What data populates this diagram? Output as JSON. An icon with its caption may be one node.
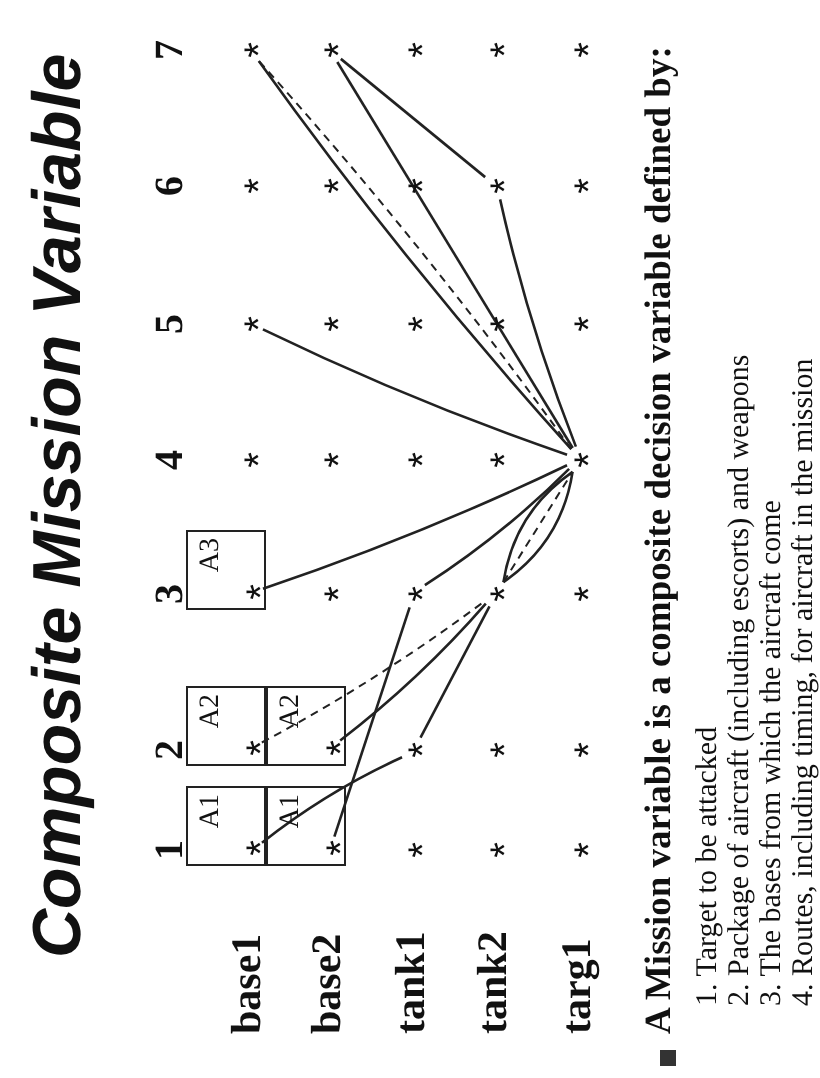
{
  "diagram": {
    "title": "Composite Mission Variable",
    "nodes": [
      {
        "text": [
          "A1"
        ]
      },
      {
        "text": [
          "*"
        ],
        "in": 0
      },
      {
        "text": [
          "A2"
        ]
      },
      {
        "text": [
          "*"
        ],
        "in": 2
      },
      {
        "text": [
          "A3"
        ]
      },
      {
        "text": [
          "*"
        ],
        "in": 4
      },
      {
        "text": [
          "*"
        ]
      },
      {
        "text": [
          "*"
        ]
      },
      {
        "text": [
          "*"
        ]
      },
      {
        "text": [
          "*"
        ]
      },
      {
        "text": [
          "A1"
        ]
      },
      {
        "text": [
          "*"
        ],
        "in": 10
      },
      {
        "text": [
          "A2"
        ]
      },
      {
        "text": [
          "*"
        ],
        "in": 12
      },
      {
        "text": [
          "*"
        ]
      },
      {
        "text": [
          "*"
        ]
      },
      {
        "text": [
          "*"
        ]
      },
      {
        "text": [
          "*"
        ]
      },
      {
        "text": [
          "*"
        ]
      },
      {
        "text": [
          "*"
        ]
      },
      {
        "text": [
          "*"
        ]
      },
      {
        "text": [
          "*"
        ]
      },
      {
        "text": [
          "*"
        ]
      },
      {
        "text": [
          "*"
        ]
      },
      {
        "text": [
          "*"
        ]
      },
      {
        "text": [
          "*"
        ]
      },
      {
        "text": [
          "*"
        ]
      },
      {
        "text": [
          "*"
        ]
      },
      {
        "text": [
          "*"
        ]
      },
      {
        "text": [
          "*"
        ]
      },
      {
        "text": [
          "*"
        ]
      },
      {
        "text": [
          "*"
        ]
      },
      {
        "text": [
          "*"
        ]
      },
      {
        "text": [
          "*"
        ]
      },
      {
        "text": [
          "*"
        ]
      },
      {
        "text": [
          "*"
        ]
      },
      {
        "text": [
          "*"
        ]
      },
      {
        "text": [
          "*"
        ]
      },
      {
        "text": [
          "*"
        ]
      },
      {
        "text": [
          "*"
        ]
      }
    ],
    "edges": [
      {
        "from": 1,
        "to": 20,
        "arrow": "none"
      },
      {
        "from": 20,
        "to": 28,
        "arrow": "none"
      },
      {
        "from": 28,
        "to": 36,
        "arrow": "none"
      },
      {
        "from": 36,
        "to": 9,
        "arrow": "none"
      },
      {
        "from": 11,
        "to": 21,
        "arrow": "none"
      },
      {
        "from": 21,
        "to": 36,
        "arrow": "none"
      },
      {
        "from": 36,
        "to": 31,
        "arrow": "none"
      },
      {
        "from": 31,
        "to": 18,
        "arrow": "none"
      },
      {
        "from": 3,
        "to": 28,
        "arrow": "none",
        "style": "dashed"
      },
      {
        "from": 28,
        "to": 36,
        "arrow": "none",
        "style": "dashed"
      },
      {
        "from": 36,
        "to": 9,
        "arrow": "none",
        "style": "dashed"
      },
      {
        "from": 13,
        "to": 28,
        "arrow": "none"
      },
      {
        "from": 28,
        "to": 36,
        "arrow": "none"
      },
      {
        "from": 36,
        "to": 18,
        "arrow": "none"
      },
      {
        "from": 5,
        "to": 36,
        "arrow": "none"
      },
      {
        "from": 36,
        "to": 7,
        "arrow": "none"
      }
    ],
    "labels": [
      "1",
      "2",
      "3",
      "4",
      "5",
      "6",
      "7",
      "base1",
      "base2",
      "tank1",
      "tank2",
      "targ1",
      "A Mission variable is a composite decision variable defined by:",
      "1. Target to be attacked",
      "2. Package of aircraft (including escorts) and weapons",
      "3. The bases from which the aircraft come",
      "4. Routes, including timing, for aircraft in the mission"
    ]
  }
}
